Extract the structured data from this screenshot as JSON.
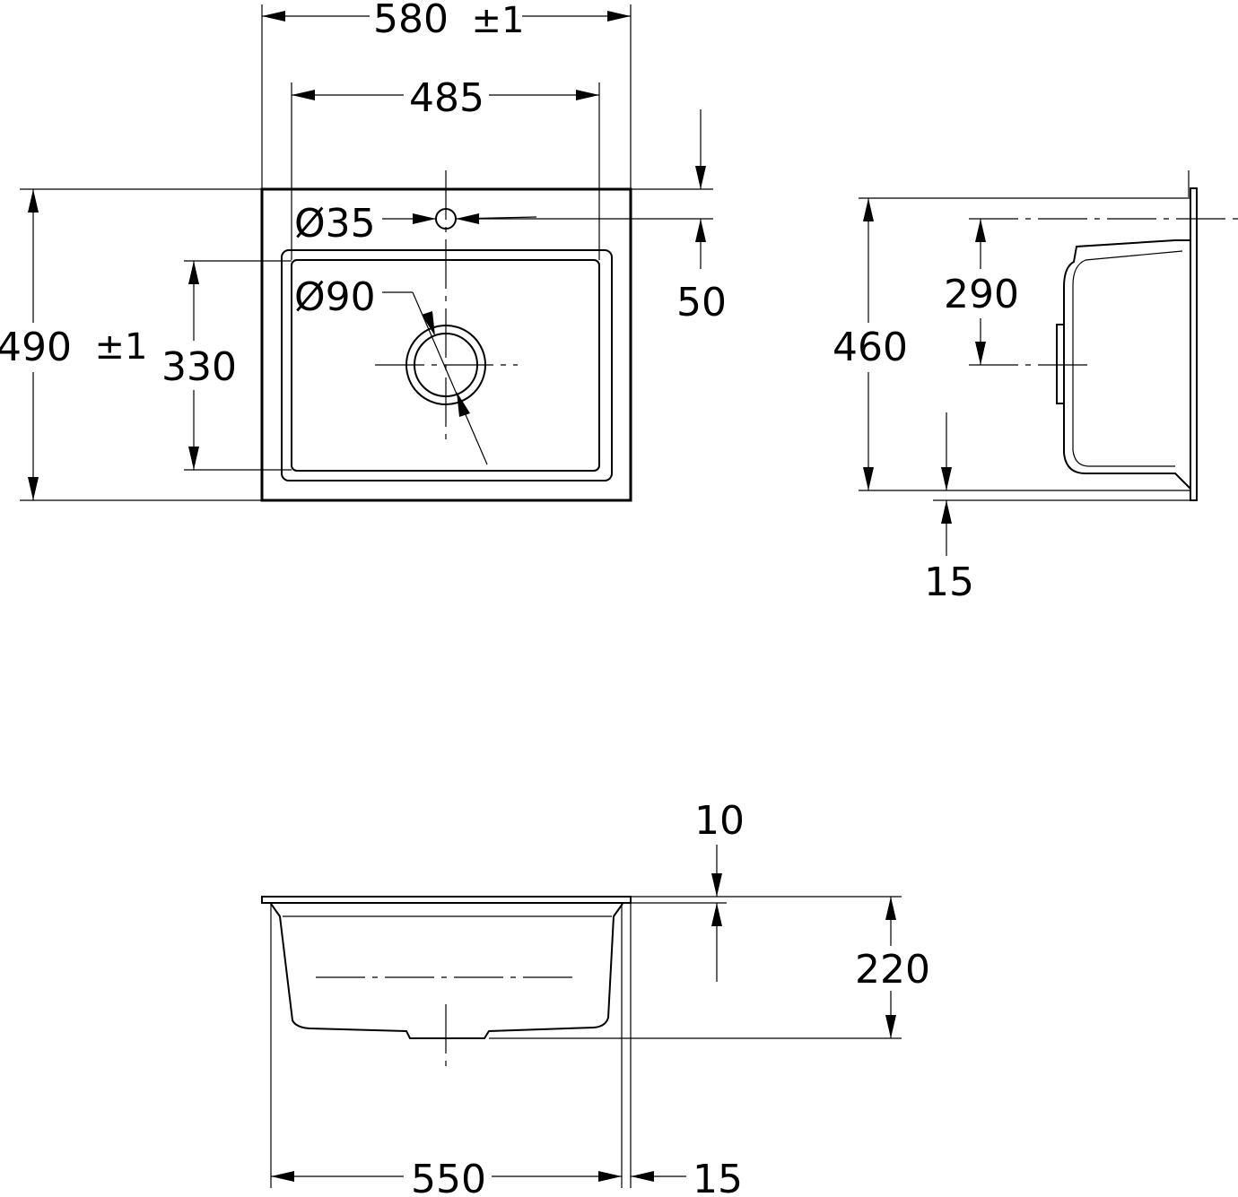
{
  "dimensions": {
    "top_overall_width": "580",
    "top_width_tolerance": "±1",
    "top_bowl_width": "485",
    "top_overall_depth": "490",
    "top_depth_tolerance": "±1",
    "top_bowl_depth": "330",
    "tap_hole_diameter": "Ø35",
    "drain_diameter": "Ø90",
    "tap_hole_offset": "50",
    "side_depth": "460",
    "side_drain_offset": "290",
    "side_edge_offset": "15",
    "front_rim_thickness": "10",
    "front_bowl_height": "220",
    "front_bowl_width": "550",
    "front_edge_offset": "15"
  }
}
